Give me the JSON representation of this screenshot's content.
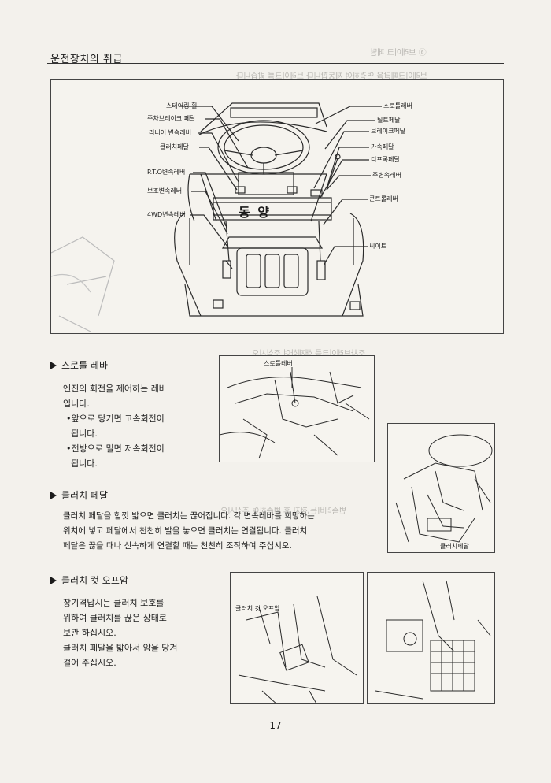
{
  "header": {
    "title": "운전장치의 취급"
  },
  "diagram": {
    "labels_left": [
      "스테어링 휠",
      "주차브레이크 페달",
      "리니어 변속레버",
      "클러치페달",
      "P.T.O변속레버",
      "보조변속레버",
      "4WD변속레버"
    ],
    "labels_right": [
      "스로틀레버",
      "틸트페달",
      "브레이크페달",
      "가속페달",
      "디프록페달",
      "주변속레버",
      "콘트롤레버",
      "씨이트"
    ],
    "brand_plate": "동 양"
  },
  "sections": {
    "throttle": {
      "title": "스로틀 레바",
      "intro": [
        "엔진의 회전을 제어하는 레바",
        "입니다."
      ],
      "bullets": [
        [
          "•앞으로 당기면 고속회전이",
          "됩니다."
        ],
        [
          "•전방으로 밀면 저속회전이",
          "됩니다."
        ]
      ],
      "image_label": "스로틀레버"
    },
    "clutch": {
      "title": "클러치 페달",
      "lines": [
        "클러치 페달을 힘껏 밟으면 클러치는 끊어집니다. 각 변속레바를 희망하는",
        "위치에 넣고 페달에서 천천히 발을 놓으면 클러치는 연결됩니다. 클러치",
        "페달은 끊을 때나 신속하게 연결할 때는 천천히 조작하여 주십시오."
      ],
      "image_label": "클러치페달"
    },
    "clutch_cutoff": {
      "title": "클러치 컷 오프암",
      "lines": [
        "장기격납시는 클러치 보호를",
        "위하여 클러치를 끊은 상태로",
        "보관 하십시오.",
        "클러치 페달을 밟아서 암을 당겨",
        "걸어 주십시오."
      ],
      "image_label": "클러치 컷 오프암"
    }
  },
  "page_number": "17"
}
